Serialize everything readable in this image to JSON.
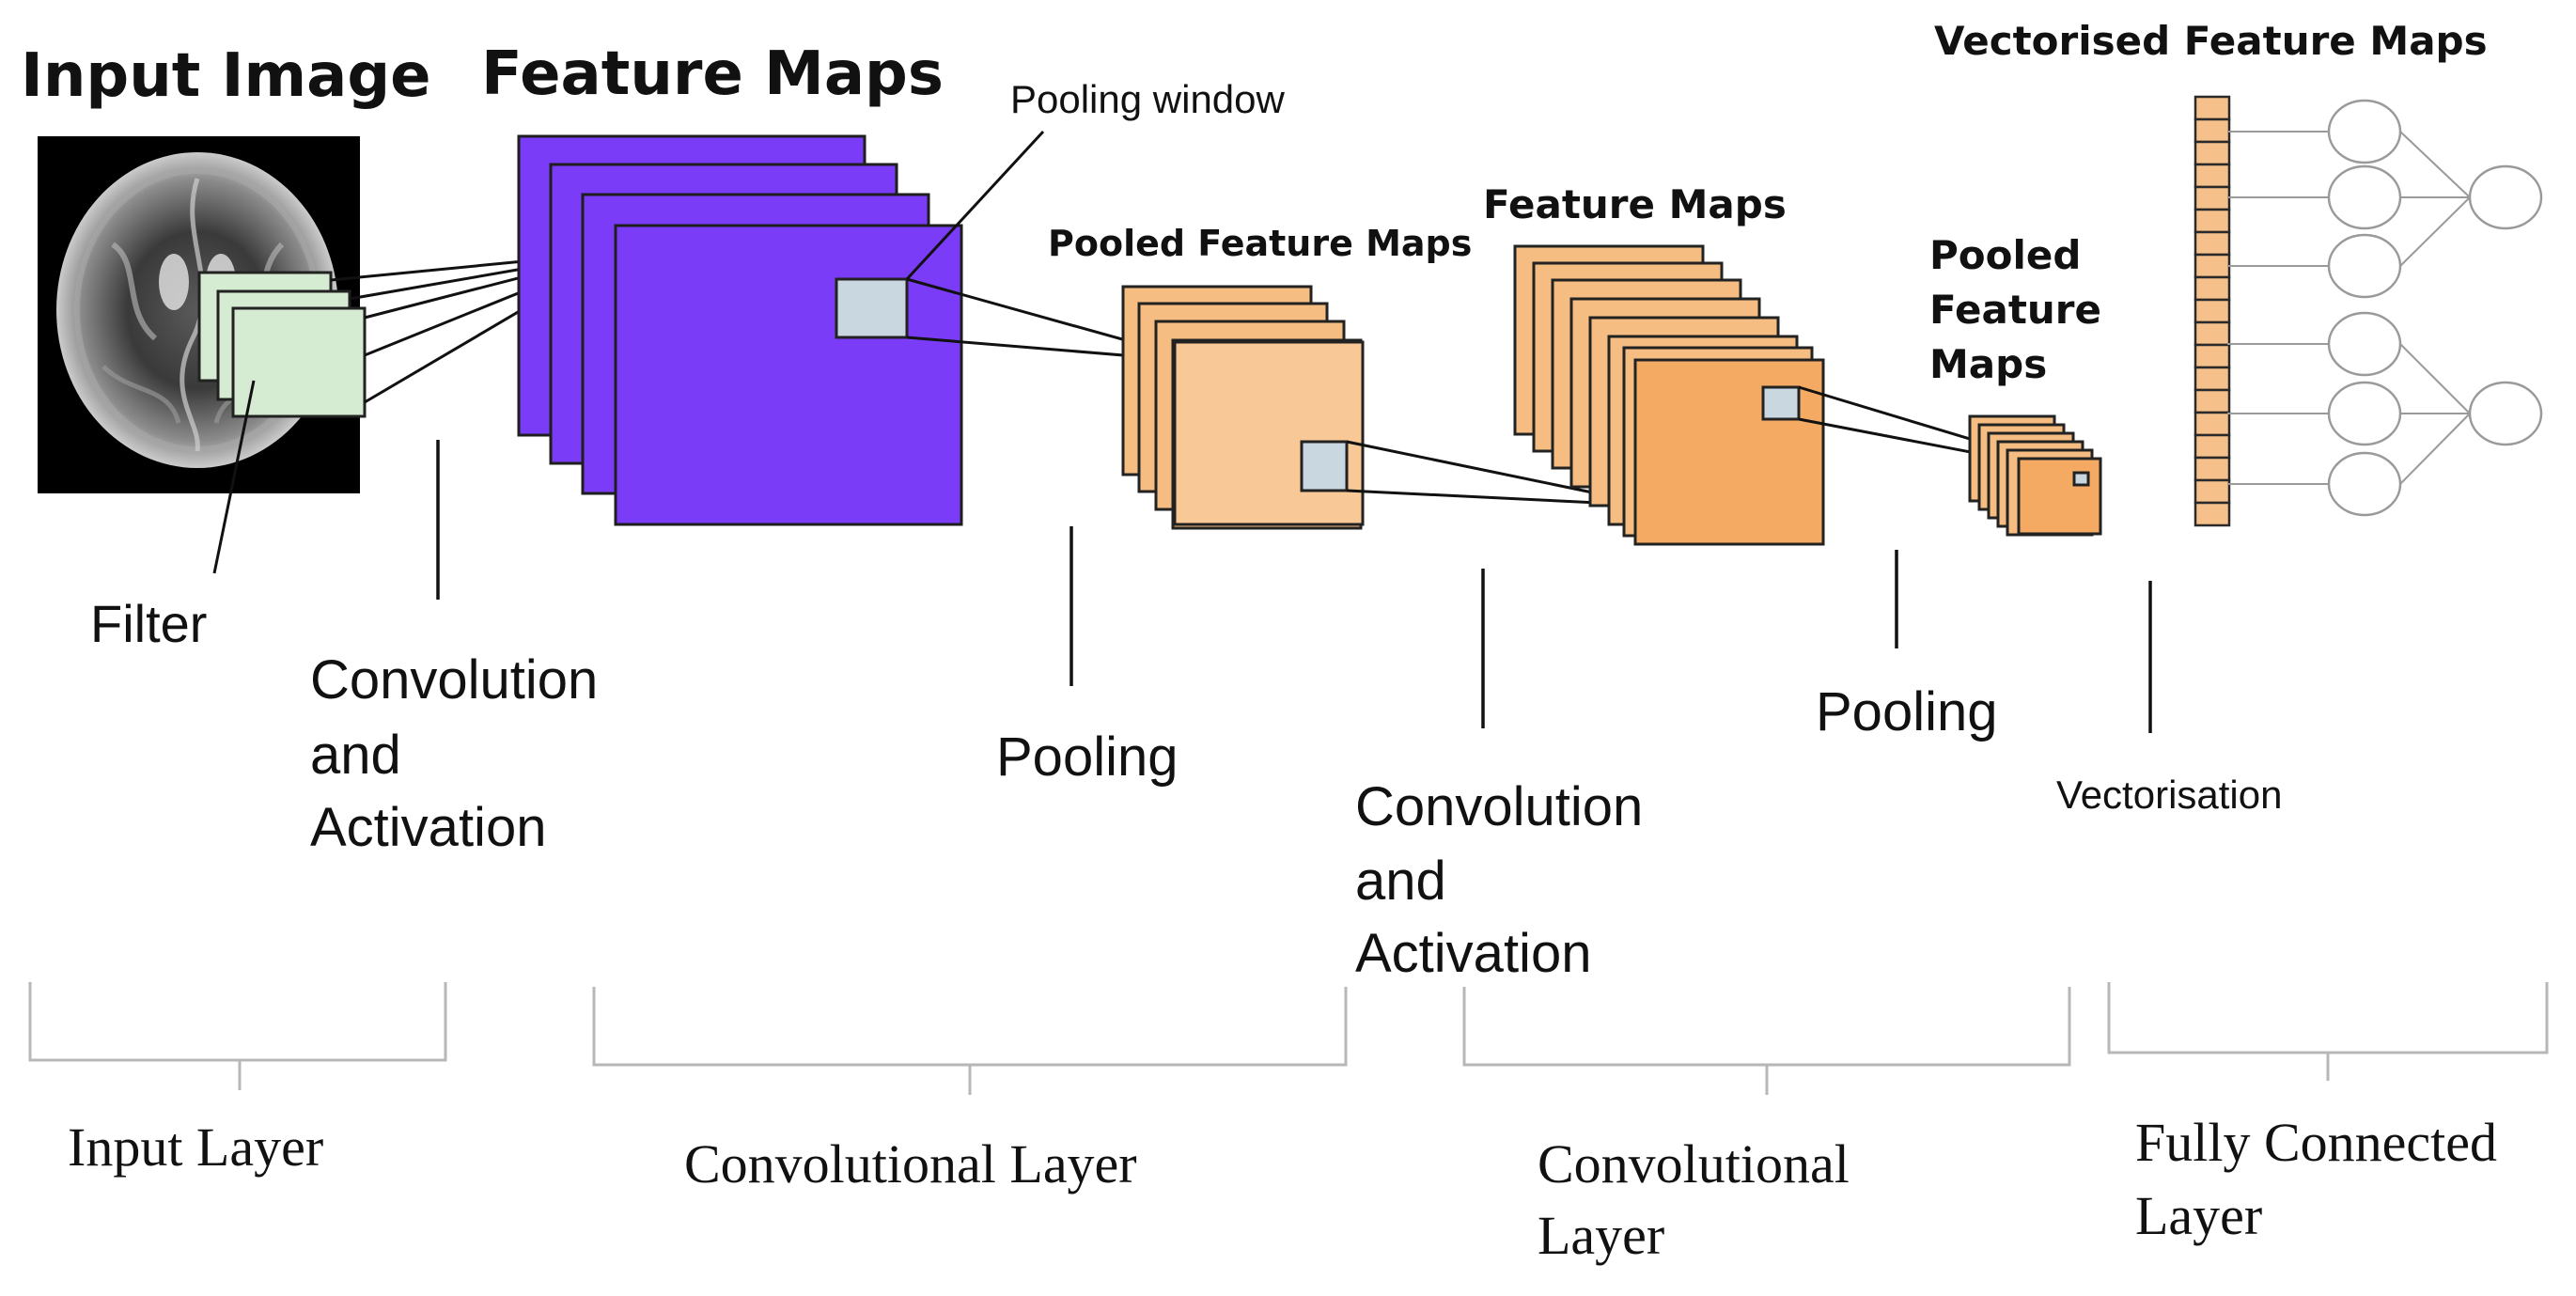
{
  "titles": {
    "input_image": "Input Image",
    "feature_maps_1": "Feature Maps",
    "pooling_window": "Pooling window",
    "pooled_feature_maps_1": "Pooled Feature Maps",
    "feature_maps_2": "Feature Maps",
    "pooled_feature_maps_2": [
      "Pooled",
      "Feature",
      "Maps"
    ],
    "vectorised_feature_maps": "Vectorised Feature Maps"
  },
  "labels": {
    "filter": "Filter",
    "conv_activation_1": [
      "Convolution",
      "and",
      "Activation"
    ],
    "pooling_1": "Pooling",
    "conv_activation_2": [
      "Convolution",
      "and",
      "Activation"
    ],
    "pooling_2": "Pooling",
    "vectorisation": "Vectorisation"
  },
  "layers": {
    "input_layer": "Input Layer",
    "convolutional_layer_1": "Convolutional Layer",
    "convolutional_layer_2": [
      "Convolutional",
      "Layer"
    ],
    "fully_connected_layer": [
      "Fully Connected",
      "Layer"
    ]
  },
  "colors": {
    "feature_map_purple": "#7a3cf6",
    "pooled_orange": "#f6bd82",
    "window_grey": "#c9d7e1",
    "filter_green": "#d6ecd2",
    "bracket_grey": "#b7b7b7"
  }
}
